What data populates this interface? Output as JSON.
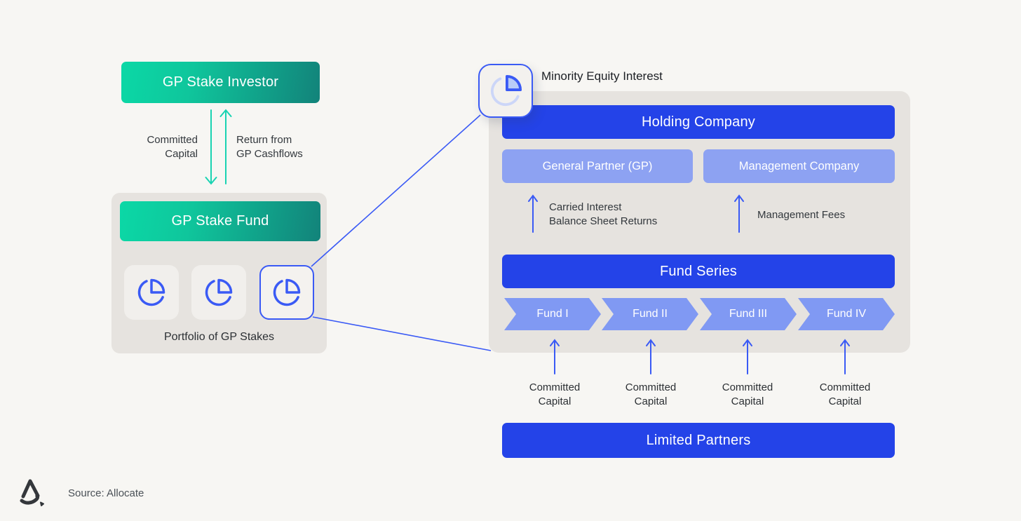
{
  "colors": {
    "solid_blue": "#2443e8",
    "light_blue": "#8da2f2",
    "chevron_blue": "#8099f3",
    "icon_line_blue": "#3a5af5",
    "teal_arrow": "#19d3b2",
    "green_gradient_start": "#0bd8a6",
    "green_gradient_end": "#12837a",
    "panel_gray": "#e6e3df",
    "page_bg": "#f7f6f3"
  },
  "investor": {
    "label": "GP Stake Investor",
    "down_flow_label": "Committed\nCapital",
    "up_flow_label": "Return from\nGP Cashflows"
  },
  "fund": {
    "label": "GP Stake Fund",
    "caption": "Portfolio of GP Stakes",
    "stake_icons": [
      "pie-chart-icon",
      "pie-chart-icon",
      "pie-chart-icon-highlighted"
    ]
  },
  "minority": {
    "label": "Minority Equity Interest",
    "icon": "pie-chart-icon"
  },
  "holding": {
    "title": "Holding Company",
    "general_partner": "General Partner (GP)",
    "management_company": "Management Company",
    "carried_label": "Carried Interest\nBalance Sheet Returns",
    "fees_label": "Management Fees",
    "fund_series": "Fund Series",
    "funds": [
      "Fund I",
      "Fund II",
      "Fund III",
      "Fund IV"
    ],
    "committed_label": "Committed\nCapital",
    "limited_partners": "Limited Partners"
  },
  "footer": {
    "source": "Source: Allocate",
    "logo": "allocate-logo"
  }
}
